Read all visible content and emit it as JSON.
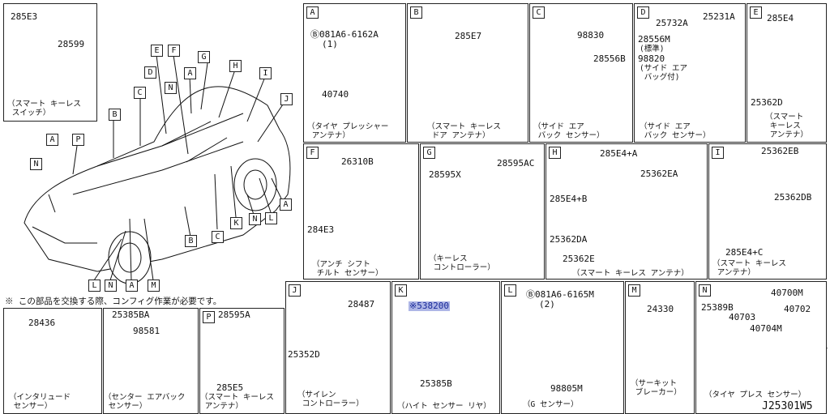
{
  "top_left": {
    "part": "285E3",
    "part2": "28599",
    "caption": "（スマート キーレス\n スイッチ）"
  },
  "panels": {
    "A": {
      "tag": "A",
      "bolt": "Ⓑ081A6-6162A",
      "qty": "(1)",
      "part": "40740",
      "caption": "（タイヤ プレッシャー\n アンテナ）"
    },
    "B": {
      "tag": "B",
      "part": "285E7",
      "caption": "（スマート キーレス\n ドア アンテナ）"
    },
    "C": {
      "tag": "C",
      "part": "98830",
      "part2": "28556B",
      "caption": "（サイド エア\n バック センサー）"
    },
    "D": {
      "tag": "D",
      "part": "25732A",
      "part2": "25231A",
      "part3": "28556M",
      "part3_note": "(標準)",
      "part4": "98820",
      "part4_note": "(サイド エア\n バッグ付)",
      "caption": "（サイド エア\n バック センサー）"
    },
    "E": {
      "tag": "E",
      "part": "285E4",
      "part2": "25362D",
      "caption": "（スマート\n キーレス\n アンテナ）"
    },
    "F": {
      "tag": "F",
      "part": "26310B",
      "part2": "284E3",
      "caption": "（アンチ シフト\n チルト センサー）"
    },
    "G": {
      "tag": "G",
      "part": "28595X",
      "part2": "28595AC",
      "caption": "（キーレス\n コントローラー）"
    },
    "H": {
      "tag": "H",
      "part": "285E4+A",
      "part2": "25362EA",
      "part3": "285E4+B",
      "part4": "25362DA",
      "part5": "25362E",
      "caption": "（スマート キーレス アンテナ）"
    },
    "I": {
      "tag": "I",
      "part": "25362EB",
      "part2": "25362DB",
      "part3": "285E4+C",
      "caption": "（スマート キーレス\n アンテナ）"
    },
    "J": {
      "tag": "J",
      "part": "28487",
      "part2": "25352D",
      "caption": "（サイレン\n コントローラー）"
    },
    "K": {
      "tag": "K",
      "part": "※538200",
      "part2": "25385B",
      "caption": "（ハイト センサー リヤ）"
    },
    "L": {
      "tag": "L",
      "bolt": "Ⓑ081A6-6165M",
      "qty": "(2)",
      "part": "98805M",
      "caption": "（G センサー）"
    },
    "M": {
      "tag": "M",
      "part": "24330",
      "caption": "（サーキット\n ブレーカー）"
    },
    "N": {
      "tag": "N",
      "part": "25389B",
      "part2": "40703",
      "part3": "40700M",
      "part4": "40702",
      "part5": "40704M",
      "caption": "（タイヤ プレス センサー）"
    },
    "P": {
      "tag": "P",
      "part": "28595A",
      "part2": "285E5",
      "caption": "（スマート キーレス\n アンテナ）"
    }
  },
  "bottom_left": {
    "note": "※ この部品を交換する際、コンフィグ作業が必要です。",
    "cell1": {
      "part": "28436",
      "caption": "（インタリュード\n センサー）"
    },
    "cell2": {
      "part": "25385BA",
      "part2": "98581",
      "caption": "（センター エアバック\n センサー）"
    }
  },
  "car_tags": [
    "E",
    "F",
    "G",
    "H",
    "I",
    "J",
    "D",
    "C",
    "N",
    "A",
    "B",
    "A",
    "P",
    "N",
    "B",
    "C",
    "K",
    "N",
    "L",
    "A",
    "L",
    "N",
    "A",
    "M"
  ],
  "diagram_id": "J25301W5"
}
